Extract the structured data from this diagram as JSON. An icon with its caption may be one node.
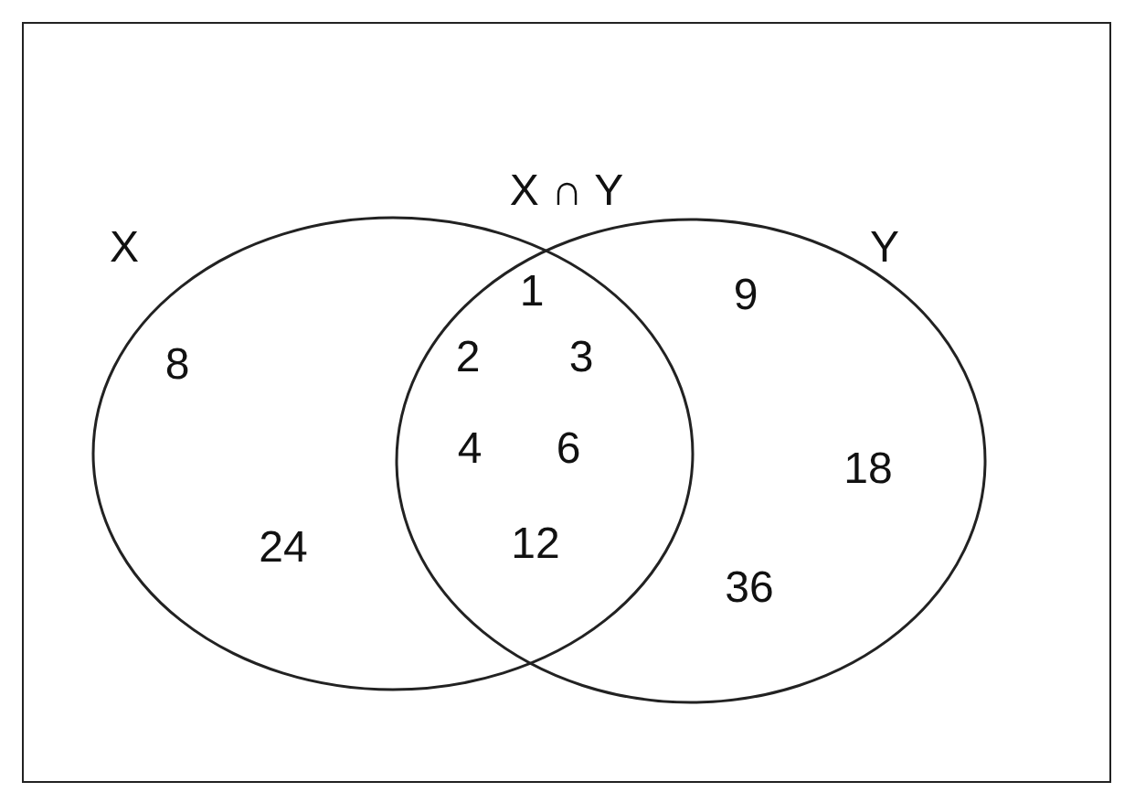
{
  "diagram": {
    "nodes": [
      {
        "text": [],
        "shape": "circle"
      },
      {
        "text": [],
        "shape": "circle"
      }
    ],
    "edges": [],
    "labels": [
      "X ∩ Y",
      "X",
      "Y",
      "1",
      "9",
      "8",
      "2",
      "3",
      "4",
      "6",
      "18",
      "24",
      "12",
      "36"
    ]
  }
}
